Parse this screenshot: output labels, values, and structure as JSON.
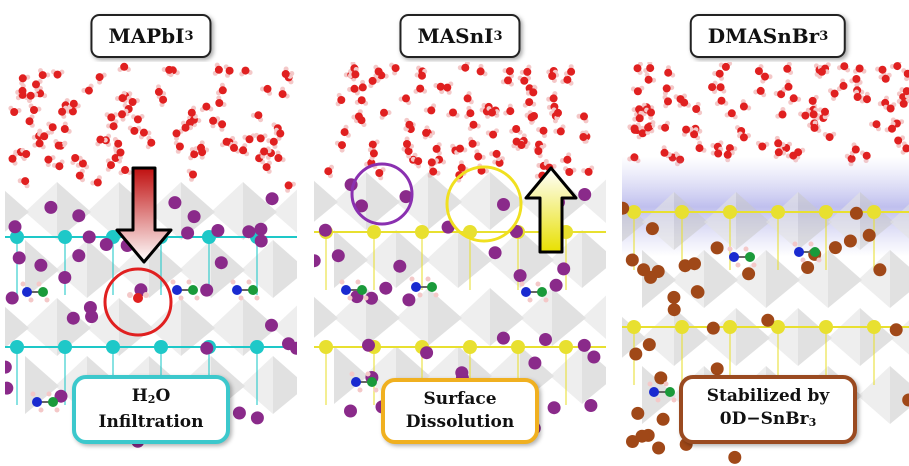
{
  "panels": [
    {
      "title": {
        "main": "MAPbI",
        "sub": "3"
      },
      "label": {
        "line1_main": "H",
        "line1_sub": "2",
        "line1_rest": "O",
        "line2": "Infiltration"
      },
      "accent": "#3cc8cc",
      "metal_color": "#1ec8c8",
      "highlight_color": "#e02020",
      "arrow_direction": "down"
    },
    {
      "title": {
        "main": "MASnI",
        "sub": "3"
      },
      "label": {
        "line1": "Surface",
        "line2": "Dissolution"
      },
      "accent": "#f0b020",
      "metal_color": "#e8e030",
      "highlight_colors": [
        "#8a30b0",
        "#f0e020"
      ],
      "arrow_direction": "up"
    },
    {
      "title": {
        "main": "DMASnBr",
        "sub": "3"
      },
      "label": {
        "line1": "Stabilized by",
        "line2_main": "0D−SnBr",
        "line2_sub": "3"
      },
      "accent": "#9a4a20",
      "metal_color": "#e8e030",
      "halide_color": "#a04818",
      "interface_band_color": "#c8c8f0"
    }
  ],
  "colors": {
    "oxygen": "#e02020",
    "hydrogen": "#f4c8c8",
    "iodine": "#8a2a8a",
    "nitrogen": "#1a2ad0",
    "carbon": "#1a9a3a",
    "octahedra": "#c8c8c8"
  }
}
